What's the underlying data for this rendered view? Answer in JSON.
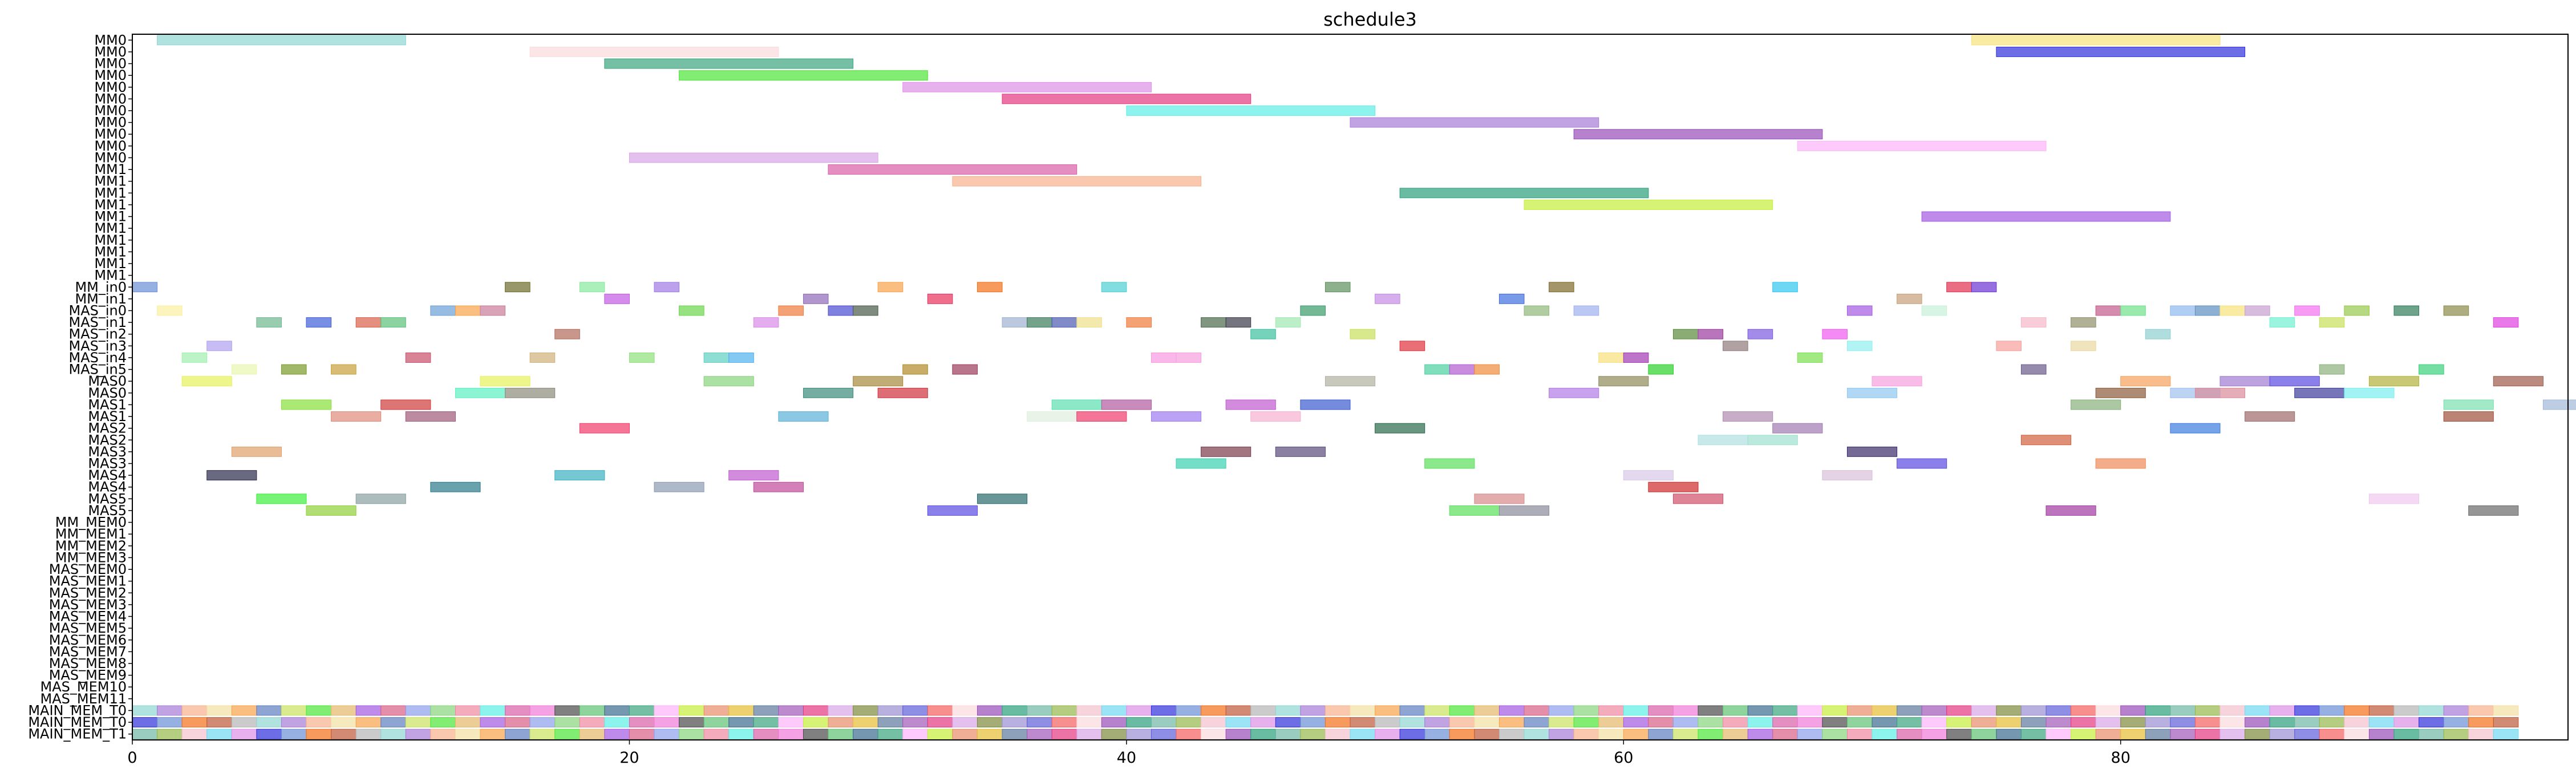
{
  "chart_data": {
    "type": "gantt",
    "title": "schedule3",
    "xlabel": "",
    "ylabel": "",
    "xlim": [
      0,
      98
    ],
    "xticks": [
      "0",
      "20",
      "40",
      "60",
      "80"
    ],
    "xtick_values": [
      0,
      20,
      40,
      60,
      80
    ],
    "grid": false,
    "rows": [
      "MM0",
      "MM0",
      "MM0",
      "MM0",
      "MM0",
      "MM0",
      "MM0",
      "MM0",
      "MM0",
      "MM0",
      "MM0",
      "MM1",
      "MM1",
      "MM1",
      "MM1",
      "MM1",
      "MM1",
      "MM1",
      "MM1",
      "MM1",
      "MM1",
      "MM_in0",
      "MM_in1",
      "MAS_in0",
      "MAS_in1",
      "MAS_in2",
      "MAS_in3",
      "MAS_in4",
      "MAS_in5",
      "MAS0",
      "MAS0",
      "MAS1",
      "MAS1",
      "MAS2",
      "MAS2",
      "MAS3",
      "MAS3",
      "MAS4",
      "MAS4",
      "MAS5",
      "MAS5",
      "MM_MEM0",
      "MM_MEM1",
      "MM_MEM2",
      "MM_MEM3",
      "MAS_MEM0",
      "MAS_MEM1",
      "MAS_MEM2",
      "MAS_MEM3",
      "MAS_MEM4",
      "MAS_MEM5",
      "MAS_MEM6",
      "MAS_MEM7",
      "MAS_MEM8",
      "MAS_MEM9",
      "MAS_MEM10",
      "MAS_MEM11",
      "MAIN_MEM_T0",
      "MAIN_MEM_T0",
      "MAIN_MEM_T1"
    ],
    "palette": [
      "#8fd6d1",
      "#fadadd",
      "#3aa57f",
      "#4ce636",
      "#dd90e6",
      "#e4387f",
      "#5df0e6",
      "#a77cd9",
      "#994db8",
      "#fdb2fa",
      "#e6b86a",
      "#2f2fdc",
      "#d9a5e8",
      "#d85ea8",
      "#f6b08c",
      "#2aa07a",
      "#c6ee3a",
      "#a35ae3",
      "#6b8fd6",
      "#7e8a3a",
      "#f07ad9",
      "#f4e0a3",
      "#6fb6a5",
      "#e88d6a",
      "#d95f86",
      "#f26f1a",
      "#9a8fd2",
      "#4a4a4a",
      "#f7a34a",
      "#96b84a",
      "#e6bd35",
      "#8ca0ec",
      "#bd5a3a",
      "#5d5ed9",
      "#61c273",
      "#5e7ec0",
      "#f4c0cd",
      "#5c7a9c",
      "#87d47a",
      "#b5b5b5",
      "#f25f5c",
      "#3c6b8f",
      "#c9e35e",
      "#6fd9f2",
      "#a15ab8",
      "#ef87a0"
    ],
    "tasks": [
      {
        "row": 0,
        "start": 1,
        "end": 11,
        "color": "#8fd6d1"
      },
      {
        "row": 0,
        "start": 74,
        "end": 84,
        "color": "#f7e27a"
      },
      {
        "row": 1,
        "start": 16,
        "end": 26,
        "color": "#fadadd"
      },
      {
        "row": 1,
        "start": 75,
        "end": 85,
        "color": "#2f2fdc"
      },
      {
        "row": 2,
        "start": 19,
        "end": 29,
        "color": "#3aa57f"
      },
      {
        "row": 3,
        "start": 22,
        "end": 32,
        "color": "#4ce636"
      },
      {
        "row": 4,
        "start": 31,
        "end": 41,
        "color": "#dd90e6"
      },
      {
        "row": 5,
        "start": 35,
        "end": 45,
        "color": "#e4387f"
      },
      {
        "row": 6,
        "start": 40,
        "end": 50,
        "color": "#5df0e6"
      },
      {
        "row": 7,
        "start": 49,
        "end": 59,
        "color": "#a77cd9"
      },
      {
        "row": 8,
        "start": 58,
        "end": 68,
        "color": "#994db8"
      },
      {
        "row": 9,
        "start": 67,
        "end": 77,
        "color": "#fdb2fa"
      },
      {
        "row": 10,
        "start": 20,
        "end": 30,
        "color": "#d9a5e8"
      },
      {
        "row": 11,
        "start": 28,
        "end": 38,
        "color": "#d85ea8"
      },
      {
        "row": 12,
        "start": 33,
        "end": 43,
        "color": "#f6b08c"
      },
      {
        "row": 13,
        "start": 51,
        "end": 61,
        "color": "#2aa07a"
      },
      {
        "row": 14,
        "start": 56,
        "end": 66,
        "color": "#c6ee3a"
      },
      {
        "row": 15,
        "start": 72,
        "end": 82,
        "color": "#a35ae3"
      }
    ],
    "slot_tasks": [
      {
        "row": 21,
        "slots": [
          [
            0,
            "#6b8fd6"
          ],
          [
            15,
            "#6b6b2a"
          ],
          [
            18,
            "#87e89e"
          ],
          [
            21,
            "#a07ae6"
          ],
          [
            30,
            "#f7a34a"
          ],
          [
            34,
            "#f26f1a"
          ],
          [
            39,
            "#4ccfd1"
          ],
          [
            48,
            "#5c8f5c"
          ],
          [
            57,
            "#7e6a2a"
          ],
          [
            66,
            "#2fc6f0"
          ],
          [
            73,
            "#e02f4f"
          ],
          [
            74,
            "#6a33d0"
          ]
        ]
      },
      {
        "row": 22,
        "slots": [
          [
            19,
            "#c35ae3"
          ],
          [
            27,
            "#8f6ab8"
          ],
          [
            32,
            "#e8305a"
          ],
          [
            50,
            "#c48ae6"
          ],
          [
            55,
            "#3f6fe0"
          ],
          [
            71,
            "#c7a07a"
          ]
        ]
      },
      {
        "row": 23,
        "slots": [
          [
            1,
            "#faf0a0"
          ],
          [
            12,
            "#6b9fd6"
          ],
          [
            13,
            "#f7a34a"
          ],
          [
            14,
            "#c77a99"
          ],
          [
            22,
            "#6ad64a"
          ],
          [
            26,
            "#f07a3a"
          ],
          [
            28,
            "#4a4ad0"
          ],
          [
            29,
            "#4a5a4a"
          ],
          [
            47,
            "#3a9a6a"
          ],
          [
            56,
            "#8fb87a"
          ],
          [
            58,
            "#9fb0ef"
          ],
          [
            69,
            "#a35ae3"
          ],
          [
            72,
            "#c8f0d8"
          ],
          [
            79,
            "#c35a8a"
          ],
          [
            80,
            "#6fe08a"
          ],
          [
            82,
            "#8fb8ef"
          ],
          [
            83,
            "#5c8fbf"
          ],
          [
            84,
            "#f7e27a"
          ],
          [
            85,
            "#c8a0d0"
          ],
          [
            87,
            "#f26ff0"
          ],
          [
            89,
            "#96c84a"
          ],
          [
            91,
            "#2f7a5a"
          ],
          [
            93,
            "#8a8a4a"
          ]
        ]
      },
      {
        "row": 24,
        "slots": [
          [
            5,
            "#6fb68f"
          ],
          [
            7,
            "#3f5fd9"
          ],
          [
            9,
            "#d9604a"
          ],
          [
            10,
            "#5cc07a"
          ],
          [
            25,
            "#d98ae6"
          ],
          [
            35,
            "#9fb0cf"
          ],
          [
            36,
            "#3a7a5a"
          ],
          [
            37,
            "#4a5ab0"
          ],
          [
            38,
            "#f0e08a"
          ],
          [
            40,
            "#f07a3a"
          ],
          [
            43,
            "#4a6a4a"
          ],
          [
            44,
            "#3a3a4a"
          ],
          [
            46,
            "#a0e8b0"
          ],
          [
            76,
            "#f5b8c8"
          ],
          [
            78,
            "#8f8f6a"
          ],
          [
            86,
            "#6ff0d0"
          ],
          [
            88,
            "#c8e05a"
          ],
          [
            95,
            "#e040e0"
          ]
        ]
      },
      {
        "row": 25,
        "slots": [
          [
            17,
            "#b06a5a"
          ],
          [
            45,
            "#3ac0a0"
          ],
          [
            49,
            "#c8e05a"
          ],
          [
            62,
            "#5a8a3a"
          ],
          [
            63,
            "#9a3aa0"
          ],
          [
            65,
            "#7a5ae0"
          ],
          [
            68,
            "#f05af0"
          ],
          [
            81,
            "#8fcfd0"
          ]
        ]
      },
      {
        "row": 26,
        "slots": [
          [
            3,
            "#b0a0f0"
          ],
          [
            51,
            "#e0303a"
          ],
          [
            64,
            "#8f7a7a"
          ],
          [
            69,
            "#8ff0f0"
          ],
          [
            75,
            "#f7a09a"
          ],
          [
            78,
            "#e8d8a0"
          ]
        ]
      },
      {
        "row": 27,
        "slots": [
          [
            2,
            "#a0f0b0"
          ],
          [
            11,
            "#c8506a"
          ],
          [
            16,
            "#d0b07a"
          ],
          [
            20,
            "#8fe07a"
          ],
          [
            23,
            "#5fd0c0"
          ],
          [
            24,
            "#50b0f0"
          ],
          [
            41,
            "#f79ae0"
          ],
          [
            42,
            "#f7a0e0"
          ],
          [
            59,
            "#f7e07a"
          ],
          [
            60,
            "#a03ab0"
          ],
          [
            67,
            "#7ae050"
          ]
        ]
      },
      {
        "row": 28,
        "slots": [
          [
            4,
            "#e8f7b0"
          ],
          [
            6,
            "#7a9a2a"
          ],
          [
            8,
            "#c8a03a"
          ],
          [
            31,
            "#b08a2a"
          ],
          [
            33,
            "#9a3a5a"
          ],
          [
            52,
            "#4ad0a0"
          ],
          [
            53,
            "#b05ad0"
          ],
          [
            54,
            "#f08a3a"
          ],
          [
            61,
            "#2ad02a"
          ],
          [
            76,
            "#6a5a8a"
          ],
          [
            88,
            "#8ab07a"
          ],
          [
            92,
            "#3ad07a"
          ]
        ]
      },
      {
        "row": 29,
        "start": 2,
        "end": 4,
        "color": "#e6f25a"
      },
      {
        "row": 29,
        "start": 14,
        "end": 16,
        "color": "#e6f25a"
      },
      {
        "row": 29,
        "start": 23,
        "end": 25,
        "color": "#87d47a"
      },
      {
        "row": 29,
        "start": 29,
        "end": 31,
        "color": "#a6893a"
      },
      {
        "row": 29,
        "start": 48,
        "end": 50,
        "color": "#b0b0a0"
      },
      {
        "row": 29,
        "start": 59,
        "end": 61,
        "color": "#8f8a5a"
      },
      {
        "row": 29,
        "start": 70,
        "end": 72,
        "color": "#f7a0e0"
      },
      {
        "row": 29,
        "start": 80,
        "end": 82,
        "color": "#f7a05a"
      },
      {
        "row": 29,
        "start": 84,
        "end": 86,
        "color": "#a07ad0"
      },
      {
        "row": 29,
        "start": 86,
        "end": 88,
        "color": "#5a4ae0"
      },
      {
        "row": 29,
        "start": 90,
        "end": 92,
        "color": "#b0b03a"
      },
      {
        "row": 29,
        "start": 95,
        "end": 97,
        "color": "#a05a4a"
      },
      {
        "row": 30,
        "start": 13,
        "end": 15,
        "color": "#5af0c0"
      },
      {
        "row": 30,
        "start": 15,
        "end": 17,
        "color": "#8a8a7a"
      },
      {
        "row": 30,
        "start": 27,
        "end": 29,
        "color": "#3a8a7a"
      },
      {
        "row": 30,
        "start": 30,
        "end": 32,
        "color": "#d0303a"
      },
      {
        "row": 30,
        "start": 57,
        "end": 59,
        "color": "#b07ae6"
      },
      {
        "row": 30,
        "start": 69,
        "end": 71,
        "color": "#8fc8f0"
      },
      {
        "row": 30,
        "start": 79,
        "end": 81,
        "color": "#8a5a3a"
      },
      {
        "row": 30,
        "start": 82,
        "end": 84,
        "color": "#a0c0f0"
      },
      {
        "row": 30,
        "start": 83,
        "end": 85,
        "color": "#d98a9a"
      },
      {
        "row": 30,
        "start": 87,
        "end": 89,
        "color": "#3a3a9a"
      },
      {
        "row": 30,
        "start": 89,
        "end": 91,
        "color": "#7af0f0"
      },
      {
        "row": 31,
        "start": 6,
        "end": 8,
        "color": "#87e03a"
      },
      {
        "row": 31,
        "start": 10,
        "end": 12,
        "color": "#d03a3a"
      },
      {
        "row": 31,
        "start": 37,
        "end": 39,
        "color": "#5ae0b0"
      },
      {
        "row": 31,
        "start": 39,
        "end": 41,
        "color": "#b05aa0"
      },
      {
        "row": 31,
        "start": 44,
        "end": 46,
        "color": "#c05ad0"
      },
      {
        "row": 31,
        "start": 47,
        "end": 49,
        "color": "#3a5ad0"
      },
      {
        "row": 31,
        "start": 78,
        "end": 80,
        "color": "#87b07a"
      },
      {
        "row": 31,
        "start": 93,
        "end": 95,
        "color": "#7ae0b0"
      },
      {
        "row": 31,
        "start": 97,
        "end": 99,
        "color": "#a0b8d8"
      },
      {
        "row": 32,
        "start": 8,
        "end": 10,
        "color": "#e08a7a"
      },
      {
        "row": 32,
        "start": 11,
        "end": 13,
        "color": "#a05a7a"
      },
      {
        "row": 32,
        "start": 26,
        "end": 28,
        "color": "#5ab0d8"
      },
      {
        "row": 32,
        "start": 36,
        "end": 38,
        "color": "#e0f0e0"
      },
      {
        "row": 32,
        "start": 38,
        "end": 40,
        "color": "#f03a6a"
      },
      {
        "row": 32,
        "start": 41,
        "end": 43,
        "color": "#a07af0"
      },
      {
        "row": 32,
        "start": 45,
        "end": 47,
        "color": "#f7b0d0"
      },
      {
        "row": 32,
        "start": 64,
        "end": 66,
        "color": "#b08ab0"
      },
      {
        "row": 32,
        "start": 85,
        "end": 87,
        "color": "#a06a6a"
      },
      {
        "row": 32,
        "start": 93,
        "end": 95,
        "color": "#a0503a"
      },
      {
        "row": 33,
        "start": 18,
        "end": 20,
        "color": "#f03a6a"
      },
      {
        "row": 33,
        "start": 50,
        "end": 52,
        "color": "#2a6a4a"
      },
      {
        "row": 33,
        "start": 66,
        "end": 68,
        "color": "#a07ab0"
      },
      {
        "row": 33,
        "start": 82,
        "end": 84,
        "color": "#3a7ae0"
      },
      {
        "row": 34,
        "start": 63,
        "end": 65,
        "color": "#b0e0e0"
      },
      {
        "row": 34,
        "start": 65,
        "end": 67,
        "color": "#a0e0d0"
      },
      {
        "row": 34,
        "start": 76,
        "end": 78,
        "color": "#d0603a"
      },
      {
        "row": 35,
        "start": 4,
        "end": 6,
        "color": "#e0a06a"
      },
      {
        "row": 35,
        "start": 43,
        "end": 45,
        "color": "#7a3a4a"
      },
      {
        "row": 35,
        "start": 46,
        "end": 48,
        "color": "#5a4a7a"
      },
      {
        "row": 35,
        "start": 69,
        "end": 71,
        "color": "#3a2a6a"
      },
      {
        "row": 36,
        "start": 42,
        "end": 44,
        "color": "#3ad0b0"
      },
      {
        "row": 36,
        "start": 52,
        "end": 54,
        "color": "#5ae05a"
      },
      {
        "row": 36,
        "start": 71,
        "end": 73,
        "color": "#5a4ae0"
      },
      {
        "row": 36,
        "start": 79,
        "end": 81,
        "color": "#f08a5a"
      },
      {
        "row": 37,
        "start": 3,
        "end": 5,
        "color": "#2a2a4a"
      },
      {
        "row": 37,
        "start": 17,
        "end": 19,
        "color": "#3ab0c0"
      },
      {
        "row": 37,
        "start": 24,
        "end": 26,
        "color": "#c05ad0"
      },
      {
        "row": 37,
        "start": 60,
        "end": 62,
        "color": "#d8c8e8"
      },
      {
        "row": 37,
        "start": 68,
        "end": 70,
        "color": "#d8c0d8"
      },
      {
        "row": 38,
        "start": 12,
        "end": 14,
        "color": "#2a7a8a"
      },
      {
        "row": 38,
        "start": 21,
        "end": 23,
        "color": "#8a9ab0"
      },
      {
        "row": 38,
        "start": 25,
        "end": 27,
        "color": "#c04a9a"
      },
      {
        "row": 38,
        "start": 61,
        "end": 63,
        "color": "#d02a2a"
      },
      {
        "row": 39,
        "start": 5,
        "end": 7,
        "color": "#3af03a"
      },
      {
        "row": 39,
        "start": 9,
        "end": 11,
        "color": "#8aa0a0"
      },
      {
        "row": 39,
        "start": 34,
        "end": 36,
        "color": "#2a6a6a"
      },
      {
        "row": 39,
        "start": 54,
        "end": 56,
        "color": "#d88a8a"
      },
      {
        "row": 39,
        "start": 62,
        "end": 64,
        "color": "#d0506a"
      },
      {
        "row": 39,
        "start": 90,
        "end": 92,
        "color": "#f0c8f0"
      },
      {
        "row": 40,
        "start": 7,
        "end": 9,
        "color": "#8fd03a"
      },
      {
        "row": 40,
        "start": 32,
        "end": 34,
        "color": "#5a4ae0"
      },
      {
        "row": 40,
        "start": 53,
        "end": 55,
        "color": "#5ae05a"
      },
      {
        "row": 40,
        "start": 55,
        "end": 57,
        "color": "#8a8a9a"
      },
      {
        "row": 40,
        "start": 77,
        "end": 79,
        "color": "#a03aa0"
      },
      {
        "row": 40,
        "start": 94,
        "end": 96,
        "color": "#6a6a6a"
      }
    ],
    "mem_rows": [
      57,
      58,
      59
    ]
  }
}
